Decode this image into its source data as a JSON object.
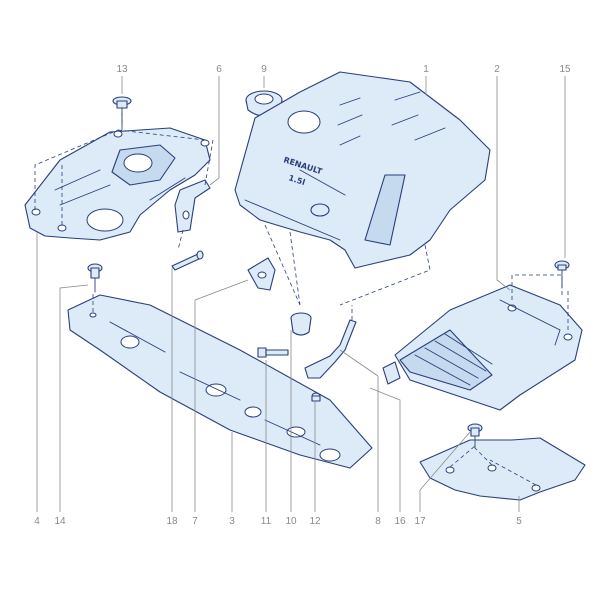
{
  "parts": {
    "p1": "1",
    "p2": "2",
    "p3": "3",
    "p4": "4",
    "p5": "5",
    "p6": "6",
    "p7": "7",
    "p8": "8",
    "p9": "9",
    "p10": "10",
    "p11": "11",
    "p12": "12",
    "p13": "13",
    "p14": "14",
    "p15": "15",
    "p16": "16",
    "p17": "17",
    "p18": "18"
  },
  "cover_marking": {
    "brand": "RENAULT",
    "engine": "1.5l"
  },
  "colors": {
    "part_fill": "#dcebf7",
    "outline": "#2a3f7a",
    "callout": "#8a8a8a"
  }
}
